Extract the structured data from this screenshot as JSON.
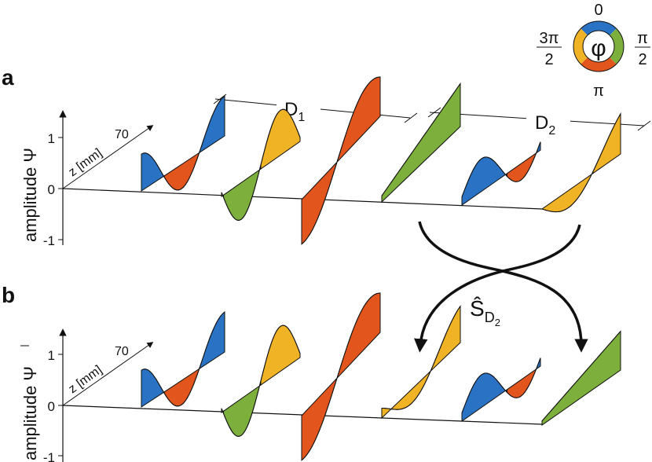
{
  "panels": [
    {
      "label": "a",
      "ylabel_prefix": "amplitude",
      "ylabel_symbol": "Ψ",
      "ticks": [
        "1",
        "0",
        "-1"
      ],
      "depth_label": "z [mm]",
      "depth_value": "70",
      "wave_colors": [
        [
          "#2a73c4",
          "#e2561e"
        ],
        [
          "#efb325",
          "#7caf3b",
          "#efb325"
        ],
        [
          "#e2561e",
          "#2a73c4"
        ],
        [
          "#7caf3b"
        ],
        [
          "#2a73c4",
          "#e2561e"
        ],
        [
          "#efb325"
        ]
      ]
    },
    {
      "label": "b",
      "ylabel_prefix": "amplitude",
      "ylabel_symbol": "Ψ",
      "ylabel_symbol_bar": true,
      "ticks": [
        "1",
        "0",
        "-1"
      ],
      "depth_label": "z [mm]",
      "depth_value": "70",
      "wave_colors": [
        [
          "#2a73c4",
          "#e2561e"
        ],
        [
          "#efb325",
          "#7caf3b",
          "#efb325"
        ],
        [
          "#e2561e",
          "#2a73c4"
        ],
        [
          "#efb325"
        ],
        [
          "#2a73c4",
          "#e2561e"
        ],
        [
          "#7caf3b"
        ]
      ]
    }
  ],
  "domains": [
    {
      "name": "D",
      "sub": "1"
    },
    {
      "name": "D",
      "sub": "2"
    }
  ],
  "operator": {
    "symbol": "Ŝ",
    "sub": "D",
    "subsub": "2"
  },
  "phase_wheel": {
    "center": "φ",
    "labels": {
      "top": "0",
      "right_num": "π",
      "right_den": "2",
      "bottom": "π",
      "left_num": "3π",
      "left_den": "2"
    },
    "colors": {
      "top": "#2a73c4",
      "right": "#7caf3b",
      "bottom": "#e2561e",
      "left": "#efb325"
    }
  }
}
